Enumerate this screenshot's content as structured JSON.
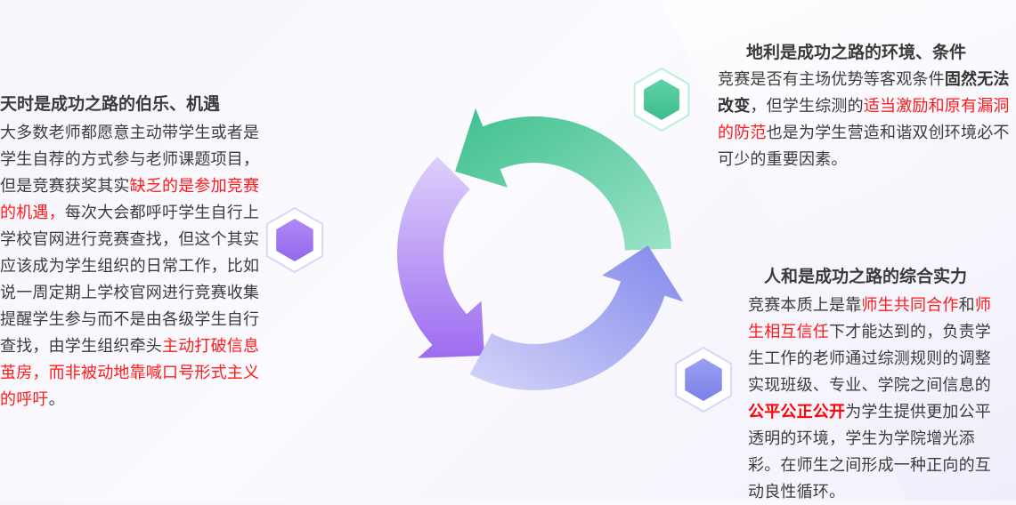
{
  "left": {
    "title": "天时是成功之路的伯乐、机遇",
    "segments": [
      {
        "text": "大多数老师都愿意主动带学生或者是学生自荐的方式参与老师课题项目，但是竞赛获奖其实",
        "style": "normal"
      },
      {
        "text": "缺乏的是参加竞赛的机遇，",
        "style": "red"
      },
      {
        "text": "每次大会都呼吁学生自行上学校官网进行竞赛查找，但这个其实应该成为学生组织的日常工作，比如说一周定期上学校官网进行竞赛收集提醒学生参与而不是由各级学生自行查找，由学生组织牵头",
        "style": "normal"
      },
      {
        "text": "主动打破信息茧房，而非被动地靠喊口号形式主义的呼吁",
        "style": "red"
      },
      {
        "text": "。",
        "style": "normal"
      }
    ]
  },
  "right_top": {
    "title": "地利是成功之路的环境、条件",
    "segments": [
      {
        "text": "竞赛是否有主场优势等客观条件",
        "style": "normal"
      },
      {
        "text": "固然无法改变",
        "style": "bold"
      },
      {
        "text": "，但学生综测的",
        "style": "normal"
      },
      {
        "text": "适当激励和原有漏洞的防范",
        "style": "red"
      },
      {
        "text": "也是为学生营造和谐双创环境必不可少的重要因素。",
        "style": "normal"
      }
    ]
  },
  "right_bottom": {
    "title": "人和是成功之路的综合实力",
    "segments": [
      {
        "text": "竞赛本质上是靠",
        "style": "normal"
      },
      {
        "text": "师生共同合作",
        "style": "red"
      },
      {
        "text": "和",
        "style": "normal"
      },
      {
        "text": "师生相互信任",
        "style": "red"
      },
      {
        "text": "下才能达到的，负责学生工作的老师通过综测规则的调整实现班级、专业、学院之间信息的",
        "style": "normal"
      },
      {
        "text": "公平公正公开",
        "style": "boldred"
      },
      {
        "text": "为学生提供更加公平透明的环境，学生为学院增光添彩。在师生之间形成一种正向的互动良性循环。",
        "style": "normal"
      }
    ]
  },
  "colors": {
    "green": "#4cc79a",
    "purple": "#a77cf0",
    "blue": "#8e92ee",
    "highlight": "#ff1a1a"
  }
}
